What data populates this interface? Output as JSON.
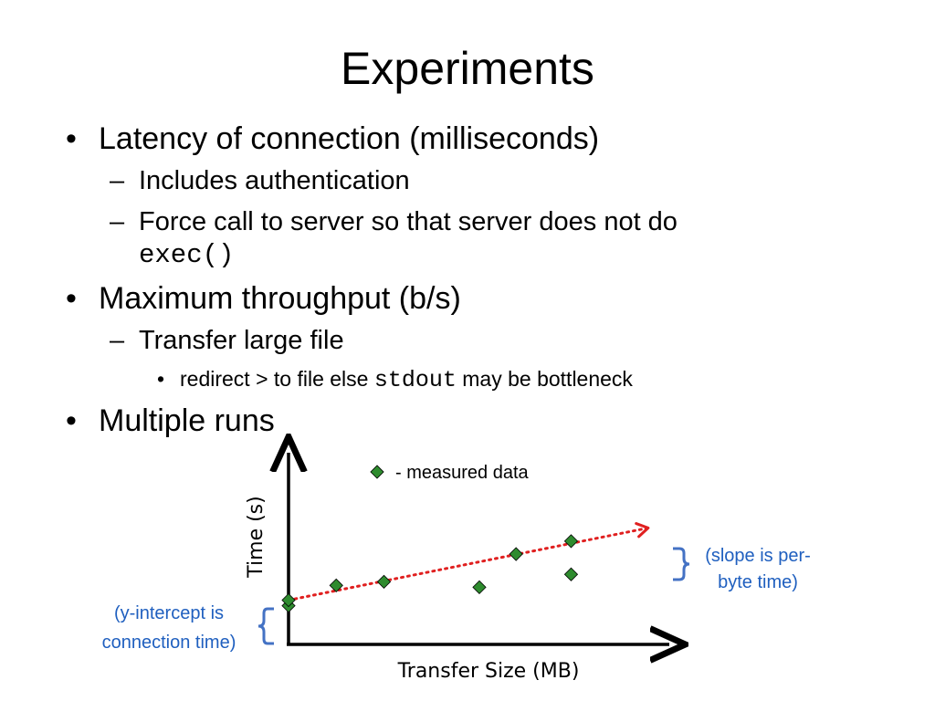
{
  "slide": {
    "title": "Experiments",
    "bullets": [
      {
        "text": "Latency of connection (milliseconds)",
        "sub": [
          {
            "text": "Includes authentication"
          },
          {
            "text": "Force call to server so that server does not do",
            "code": "exec()"
          }
        ]
      },
      {
        "text": "Maximum throughput (b/s)",
        "sub": [
          {
            "text": "Transfer large file",
            "sub": [
              {
                "pre": "redirect > to file else ",
                "code": "stdout",
                "post": " may be bottleneck"
              }
            ]
          }
        ]
      },
      {
        "text": "Multiple runs"
      }
    ],
    "bullet_glyph": "•",
    "dash_glyph": "–"
  },
  "chart": {
    "legend": "- measured data",
    "xlabel": "Transfer Size (MB)",
    "ylabel": "Time (s)",
    "annotation_slope": [
      "(slope is per-",
      "byte time)"
    ],
    "annotation_intercept": [
      "(y-intercept is",
      "connection time)"
    ],
    "colors": {
      "point": "#2e8b2e",
      "fit": "#e02020",
      "annotation": "#1f5fbf",
      "brace": "#4472c4"
    }
  },
  "chart_data": {
    "type": "scatter",
    "title": "",
    "xlabel": "Transfer Size (MB)",
    "ylabel": "Time (s)",
    "series": [
      {
        "name": "measured data",
        "points": [
          [
            0.0,
            1.05
          ],
          [
            0.0,
            1.2
          ],
          [
            1.3,
            1.6
          ],
          [
            2.6,
            1.7
          ],
          [
            5.2,
            1.55
          ],
          [
            6.2,
            2.45
          ],
          [
            7.7,
            1.9
          ],
          [
            7.7,
            2.8
          ]
        ]
      }
    ],
    "fit_line": {
      "slope": 0.2,
      "intercept": 1.2
    },
    "xlim": [
      0,
      10.5
    ],
    "ylim": [
      0,
      5.2
    ],
    "ticks": false,
    "grid": false
  }
}
